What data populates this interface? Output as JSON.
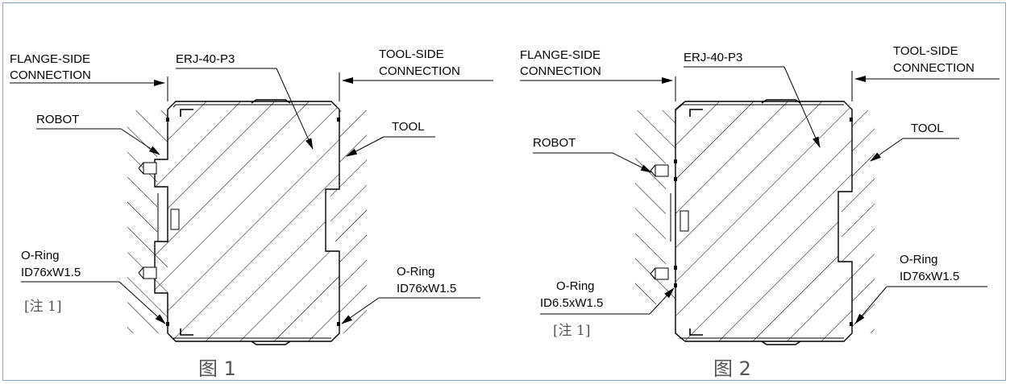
{
  "figures": [
    {
      "caption": "图 1",
      "labels": {
        "flange_side": [
          "FLANGE-SIDE",
          "CONNECTION"
        ],
        "part": "ERJ-40-P3",
        "tool_side": [
          "TOOL-SIDE",
          "CONNECTION"
        ],
        "robot": "ROBOT",
        "tool": "TOOL",
        "oring_left": [
          "O-Ring",
          "ID76xW1.5"
        ],
        "note": "[注 1]",
        "oring_right": [
          "O-Ring",
          "ID76xW1.5"
        ]
      }
    },
    {
      "caption": "图 2",
      "labels": {
        "flange_side": [
          "FLANGE-SIDE",
          "CONNECTION"
        ],
        "part": "ERJ-40-P3",
        "tool_side": [
          "TOOL-SIDE",
          "CONNECTION"
        ],
        "robot": "ROBOT",
        "tool": "TOOL",
        "oring_left": [
          "O-Ring",
          "ID6.5xW1.5"
        ],
        "note": "[注 1]",
        "oring_right": [
          "O-Ring",
          "ID76xW1.5"
        ]
      }
    }
  ]
}
